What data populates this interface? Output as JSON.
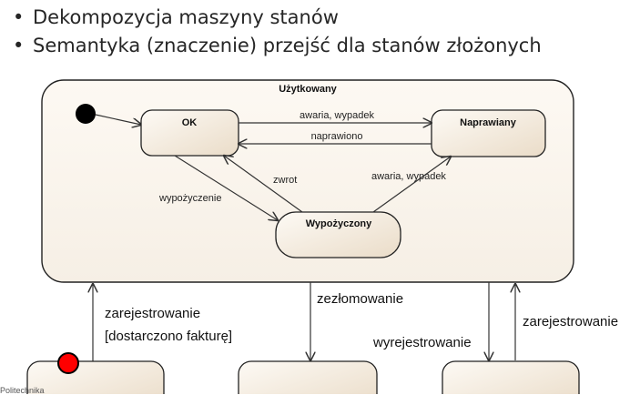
{
  "bullets": [
    "Dekompozycja maszyny stanów",
    "Semantyka (znaczenie) przejść dla stanów złożonych"
  ],
  "diagram": {
    "composite_title": "Użytkowany",
    "states": {
      "ok": "OK",
      "naprawiany": "Naprawiany",
      "wypozyczony": "Wypożyczony"
    },
    "transitions": {
      "ok_to_naprawiany": "awaria, wypadek",
      "naprawiany_to_ok": "naprawiono",
      "ok_to_wypozyczony": "wypożyczenie",
      "wypozyczony_to_ok": "zwrot",
      "wypozyczony_to_naprawiany": "awaria, wypadek"
    },
    "external": {
      "zarejestrowanie_left_1": "zarejestrowanie",
      "zarejestrowanie_left_2": "[dostarczono fakturę]",
      "zezlomowanie": "zezłomowanie",
      "wyrejestrowanie": "wyrejestrowanie",
      "zarejestrowanie_right": "zarejestrowanie"
    },
    "colors": {
      "initial_black": "#000000",
      "initial_red": "#ff0000",
      "state_fill": "#f6eee3"
    }
  },
  "footer": "Politechnika"
}
